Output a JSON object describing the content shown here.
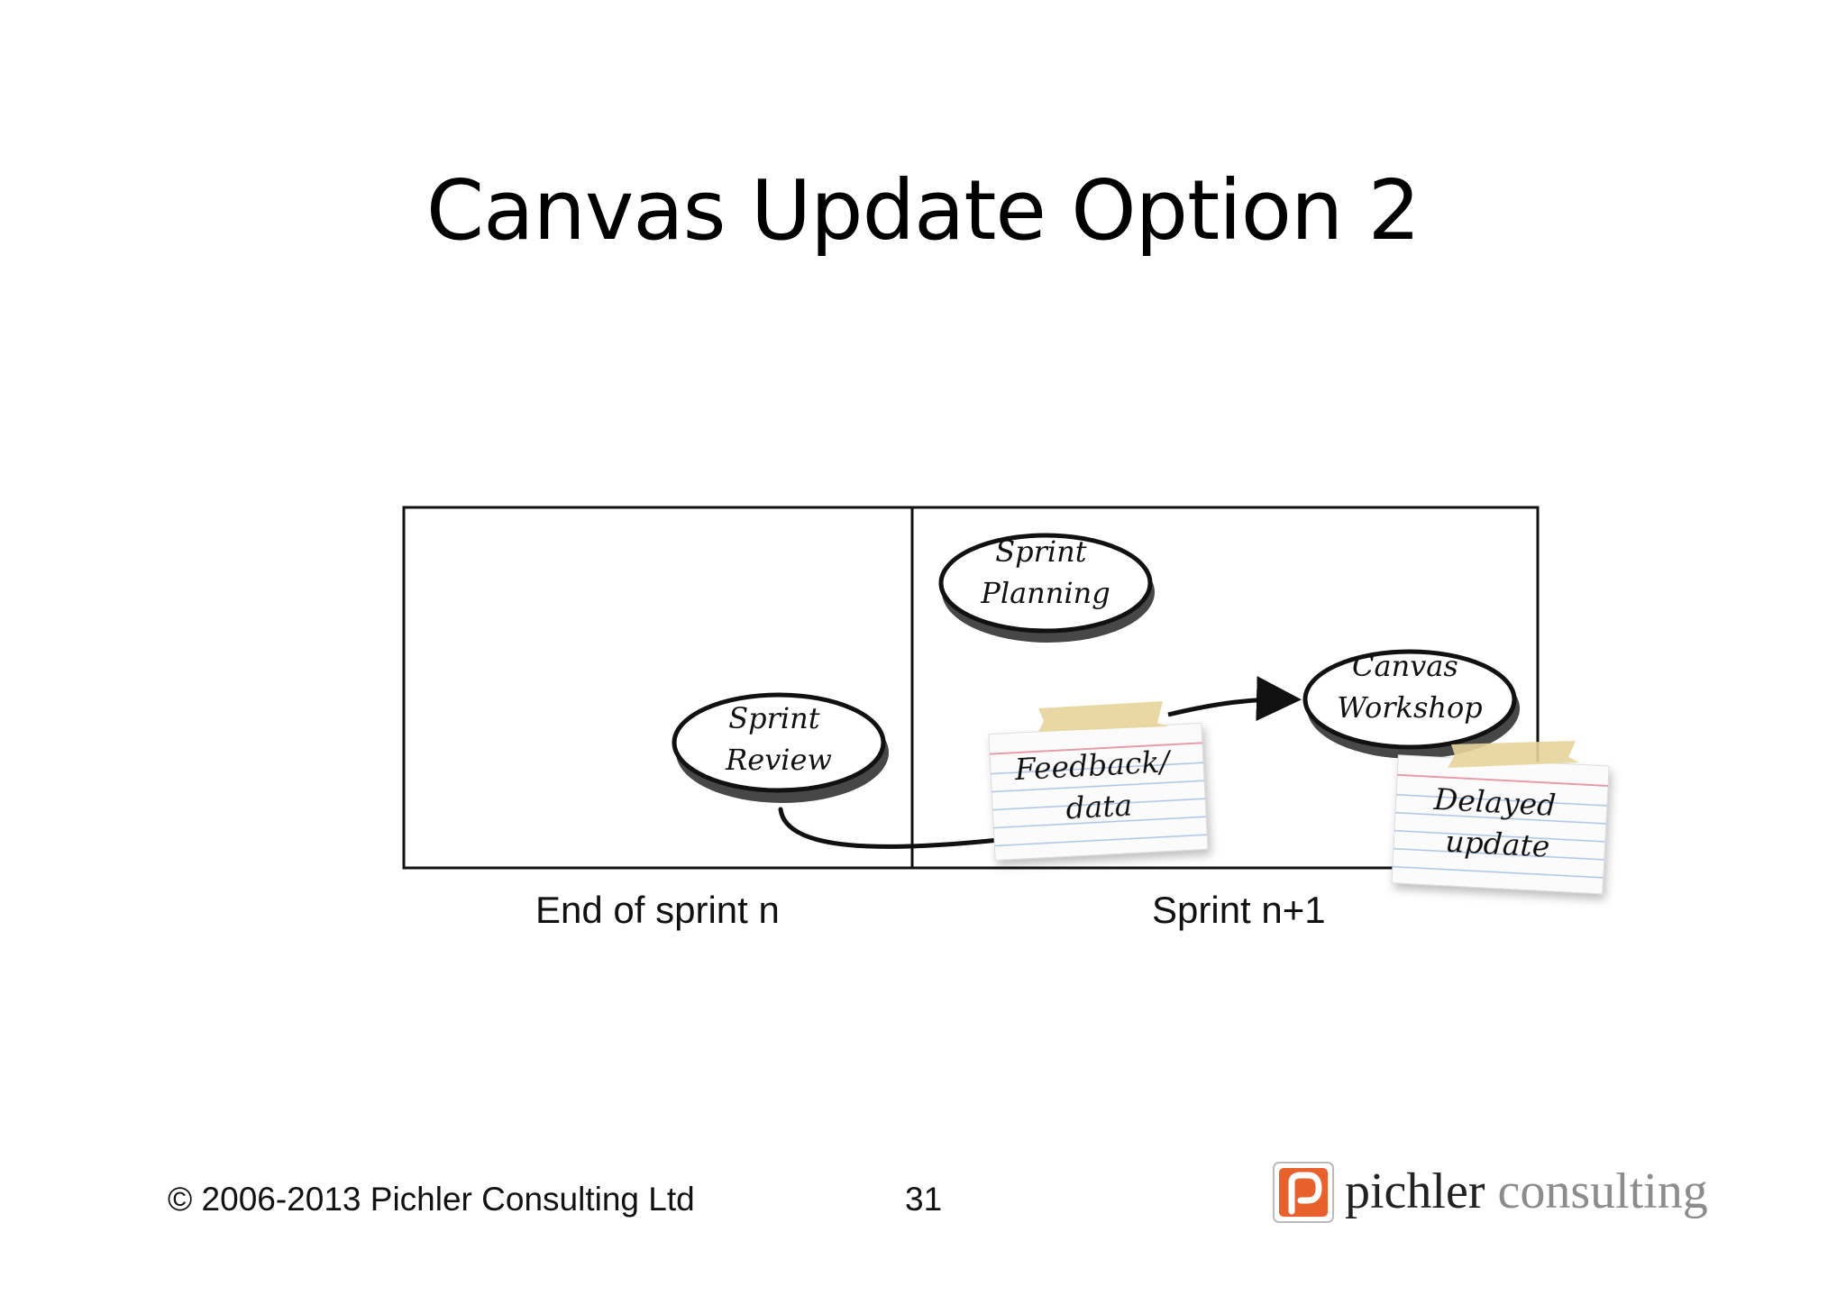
{
  "slide": {
    "title": "Canvas Update Option 2",
    "timeline": {
      "left_label": "End of sprint n",
      "right_label": "Sprint n+1"
    },
    "events": {
      "sprint_planning": [
        "Sprint",
        "Planning"
      ],
      "sprint_review": [
        "Sprint",
        "Review"
      ],
      "canvas_workshop": [
        "Canvas",
        "Workshop"
      ]
    },
    "notes": {
      "feedback": [
        "Feedback/",
        "data"
      ],
      "delayed": [
        "Delayed",
        "update"
      ]
    },
    "footer": {
      "copyright": "© 2006-2013 Pichler Consulting Ltd",
      "page_number": "31"
    },
    "logo": {
      "word1": "pichler",
      "word2": "consulting"
    }
  },
  "colors": {
    "ink": "#111111",
    "tape": "#e7d49a",
    "note_line": "#a9c4e6",
    "logo_orange": "#e8602c"
  }
}
